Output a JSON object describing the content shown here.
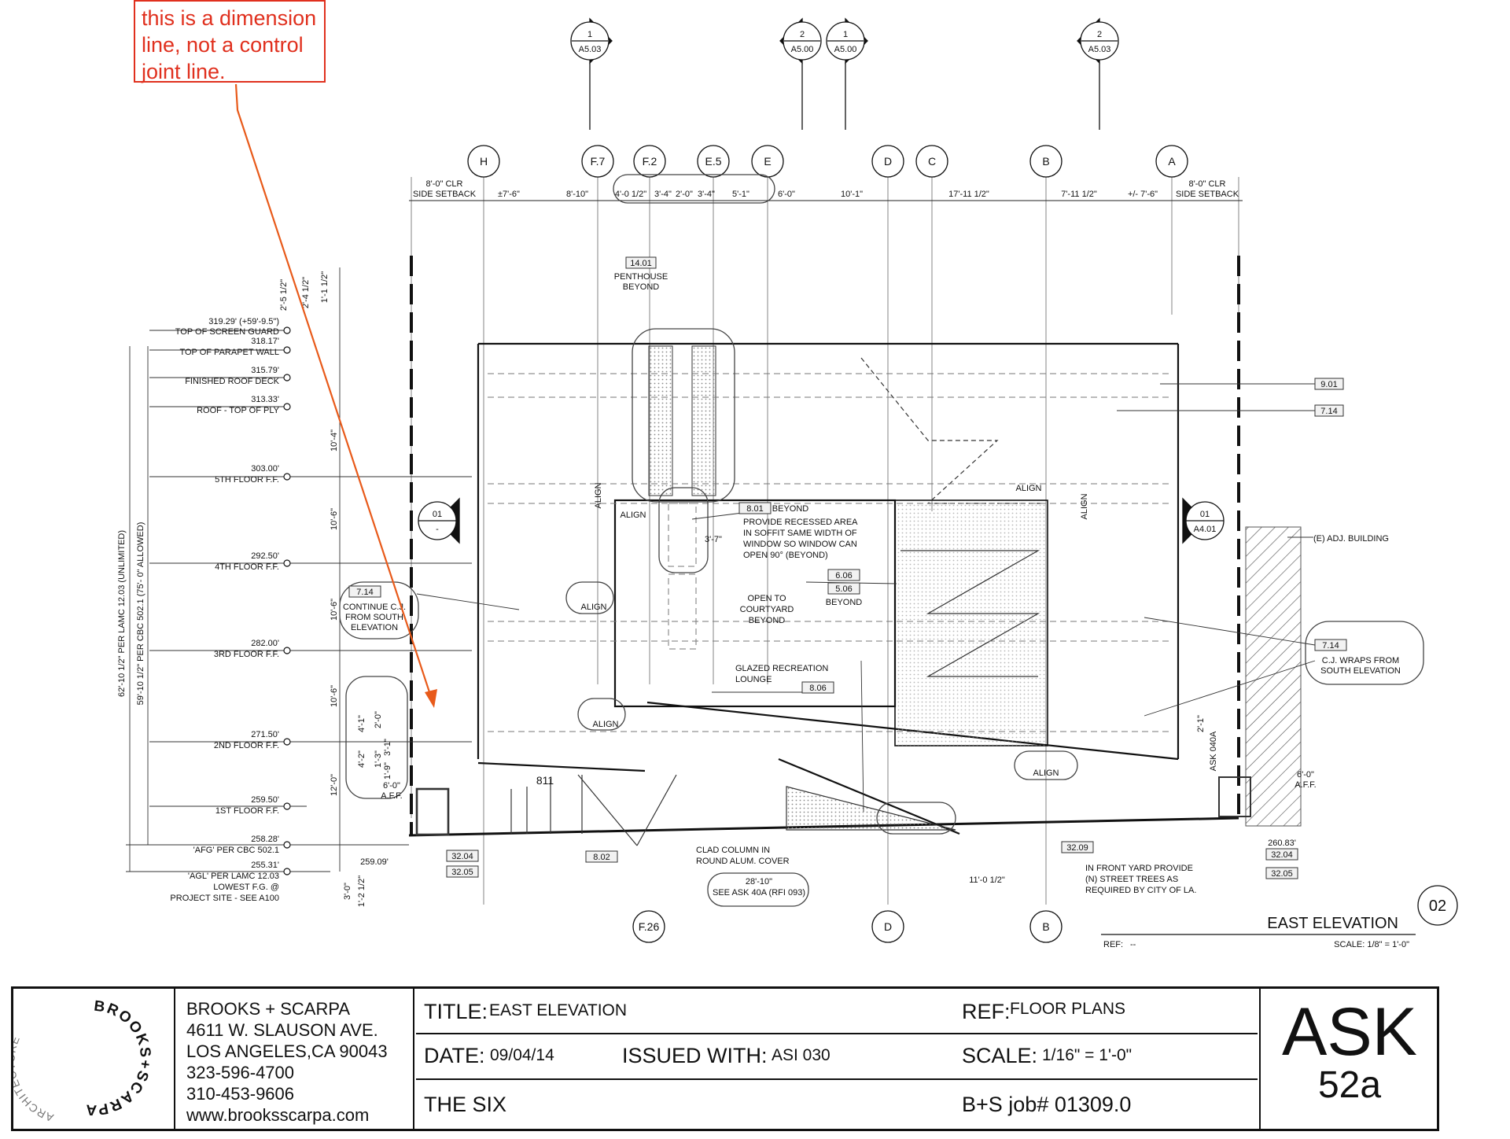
{
  "annotation": {
    "text": "this is a dimension line, not a control joint line."
  },
  "grid_bubbles": {
    "top": [
      "H",
      "F.7",
      "F.2",
      "E.5",
      "E",
      "D",
      "C",
      "B",
      "A"
    ],
    "bottom": [
      "F.26",
      "D",
      "B"
    ]
  },
  "section_markers": [
    {
      "num": "1",
      "sheet": "A5.03"
    },
    {
      "num": "2",
      "sheet": "A5.00"
    },
    {
      "num": "1",
      "sheet": "A5.00"
    },
    {
      "num": "2",
      "sheet": "A5.03"
    }
  ],
  "side_markers": [
    {
      "num": "01",
      "sheet": "-"
    },
    {
      "num": "01",
      "sheet": "A4.01"
    }
  ],
  "top_dimensions": {
    "left_setback": [
      "8'-0\" CLR",
      "SIDE SETBACK"
    ],
    "right_setback": [
      "8'-0\" CLR",
      "SIDE SETBACK"
    ],
    "spans": [
      "±7'-6\"",
      "8'-10\"",
      "4'-0 1/2\"",
      "3'-4\"",
      "2'-0\"",
      "3'-4\"",
      "5'-1\"",
      "6'-0\"",
      "10'-1\"",
      "17'-11 1/2\"",
      "7'-11 1/2\"",
      "+/- 7'-6\""
    ]
  },
  "levels": [
    {
      "elev": "319.29' (+59'-9.5\")",
      "name": "TOP OF SCREEN GUARD"
    },
    {
      "elev": "318.17'",
      "name": "TOP OF PARAPET WALL"
    },
    {
      "elev": "315.79'",
      "name": "FINISHED ROOF DECK"
    },
    {
      "elev": "313.33'",
      "name": "ROOF - TOP OF PLY"
    },
    {
      "elev": "303.00'",
      "name": "5TH FLOOR F.F."
    },
    {
      "elev": "292.50'",
      "name": "4TH FLOOR F.F."
    },
    {
      "elev": "282.00'",
      "name": "3RD FLOOR F.F."
    },
    {
      "elev": "271.50'",
      "name": "2ND FLOOR F.F."
    },
    {
      "elev": "259.50'",
      "name": "1ST FLOOR F.F."
    },
    {
      "elev": "258.28'",
      "name": "'AFG' PER CBC 502.1"
    },
    {
      "elev": "255.31'",
      "name": "'AGL' PER LAMC 12.03",
      "extra": [
        "LOWEST F.G. @",
        "PROJECT SITE - SEE A100"
      ]
    }
  ],
  "vertical_dims": {
    "overall1": "62'-10 1/2\" PER LAMC 12.03 (UNLIMITED)",
    "overall2": "59'-10 1/2\" PER CBC 502.1 (75'- 0\" ALLOWED)",
    "floors": [
      "10'-4\"",
      "10'-6\"",
      "10'-6\"",
      "10'-6\"",
      "12'-0\""
    ],
    "top": [
      "2'-5 1/2\"",
      "2'-4 1/2\"",
      "1'-1 1/2\""
    ],
    "bottom": [
      "3'-0\"",
      "1'-2 1/2\""
    ],
    "small": [
      "4'-1\"",
      "2'-0\"",
      "3'-1\"",
      "4'-2\"",
      "1'-3\"",
      "1'-9\""
    ]
  },
  "tags": {
    "penthouse": {
      "num": "14.01",
      "text": [
        "PENTHOUSE",
        "BEYOND"
      ]
    },
    "t901": "9.01",
    "t714a": "7.14",
    "t801": {
      "num": "8.01",
      "text": "BEYOND"
    },
    "t606": "6.06",
    "t506": {
      "num": "5.06",
      "text": "BEYOND"
    },
    "t714b": {
      "num": "7.14",
      "text": [
        "CONTINUE C.J.",
        "FROM SOUTH",
        "ELEVATION"
      ]
    },
    "t714c": {
      "num": "7.14",
      "text": [
        "C.J. WRAPS FROM",
        "SOUTH ELEVATION"
      ]
    },
    "t806": "8.06",
    "t3204a": "32.04",
    "t3205a": "32.05",
    "t802": "8.02",
    "t3209": "32.09",
    "t3204b": "32.04",
    "t3205b": "32.05"
  },
  "notes": {
    "soffit": [
      "PROVIDE RECESSED AREA",
      "IN SOFFIT SAME WIDTH OF",
      "WINDOW SO WINDOW CAN",
      "OPEN 90° (BEYOND)"
    ],
    "courtyard": [
      "OPEN TO",
      "COURTYARD",
      "BEYOND"
    ],
    "glazed": [
      "GLAZED RECREATION",
      "LOUNGE"
    ],
    "adj": "(E) ADJ. BUILDING",
    "clad": [
      "CLAD COLUMN IN",
      "ROUND ALUM. COVER"
    ],
    "trees": [
      "IN FRONT YARD PROVIDE",
      "(N) STREET TREES AS",
      "REQUIRED BY CITY OF LA."
    ],
    "ask40": [
      "28'-10\"",
      "SEE ASK 40A (RFI 093)"
    ],
    "ask040a": "ASK 040A",
    "dim21": "2'-1\"",
    "dim1105": "11'-0 1/2\"",
    "dim37": "3'-7\"",
    "aff_left": [
      "6'-0\"",
      "A.F.F."
    ],
    "aff_right": [
      "6'-0\"",
      "A.F.F."
    ],
    "e25909": "259.09'",
    "e26083": "260.83'",
    "align": "ALIGN",
    "addr811": "811"
  },
  "view_title": {
    "num": "02",
    "title": "EAST ELEVATION",
    "ref_label": "REF:",
    "ref_value": "--",
    "scale": "SCALE: 1/8\" = 1'-0\""
  },
  "title_block": {
    "logo_text": "BROOKS+SCARPA",
    "logo_sub": "ARCHITECTURE",
    "firm": [
      "BROOKS + SCARPA",
      "4611 W. SLAUSON AVE.",
      "LOS ANGELES,CA 90043",
      "323-596-4700",
      "310-453-9606",
      "www.brooksscarpa.com"
    ],
    "title_label": "TITLE:",
    "title_value": "EAST ELEVATION",
    "ref_label": "REF:",
    "ref_value": "FLOOR PLANS",
    "date_label": "DATE:",
    "date_value": "09/04/14",
    "issued_label": "ISSUED WITH:",
    "issued_value": "ASI 030",
    "scale_label": "SCALE:",
    "scale_value": "1/16\" = 1'-0\"",
    "project": "THE SIX",
    "job": "B+S job# 01309.0",
    "sheet_code": "ASK",
    "sheet_num": "52a"
  }
}
